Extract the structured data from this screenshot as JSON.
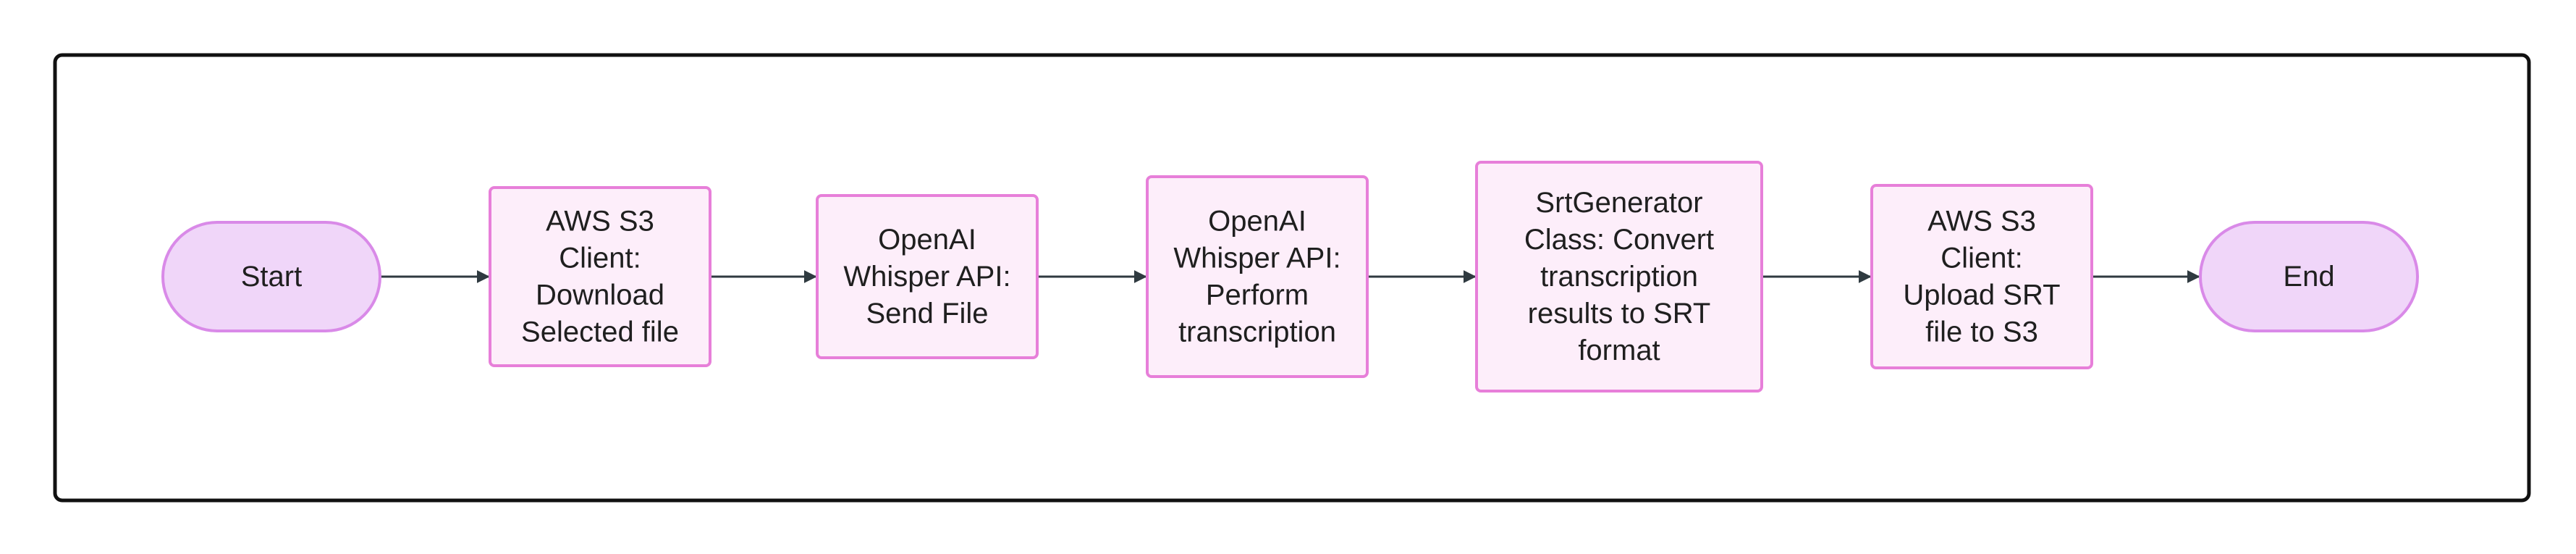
{
  "colors": {
    "frame_stroke": "#111111",
    "node_fill": "#fdeefa",
    "node_stroke": "#e77fd9",
    "terminal_fill": "#f0d6f9",
    "terminal_stroke": "#d98ae8",
    "arrow": "#2f3a40",
    "text": "#1f1f1f"
  },
  "nodes": [
    {
      "id": "start",
      "shape": "stadium",
      "lines": [
        "Start"
      ]
    },
    {
      "id": "download",
      "shape": "rect",
      "lines": [
        "AWS S3",
        "Client:",
        "Download",
        "Selected file"
      ]
    },
    {
      "id": "send",
      "shape": "rect",
      "lines": [
        "OpenAI",
        "Whisper API:",
        "Send File"
      ]
    },
    {
      "id": "transcribe",
      "shape": "rect",
      "lines": [
        "OpenAI",
        "Whisper API:",
        "Perform",
        "transcription"
      ]
    },
    {
      "id": "convert",
      "shape": "rect",
      "lines": [
        "SrtGenerator",
        "Class: Convert",
        "transcription",
        "results to SRT",
        "format"
      ]
    },
    {
      "id": "upload",
      "shape": "rect",
      "lines": [
        "AWS S3",
        "Client:",
        "Upload SRT",
        "file to S3"
      ]
    },
    {
      "id": "end",
      "shape": "stadium",
      "lines": [
        "End"
      ]
    }
  ],
  "edges": [
    {
      "from": "start",
      "to": "download"
    },
    {
      "from": "download",
      "to": "send"
    },
    {
      "from": "send",
      "to": "transcribe"
    },
    {
      "from": "transcribe",
      "to": "convert"
    },
    {
      "from": "convert",
      "to": "upload"
    },
    {
      "from": "upload",
      "to": "end"
    }
  ]
}
